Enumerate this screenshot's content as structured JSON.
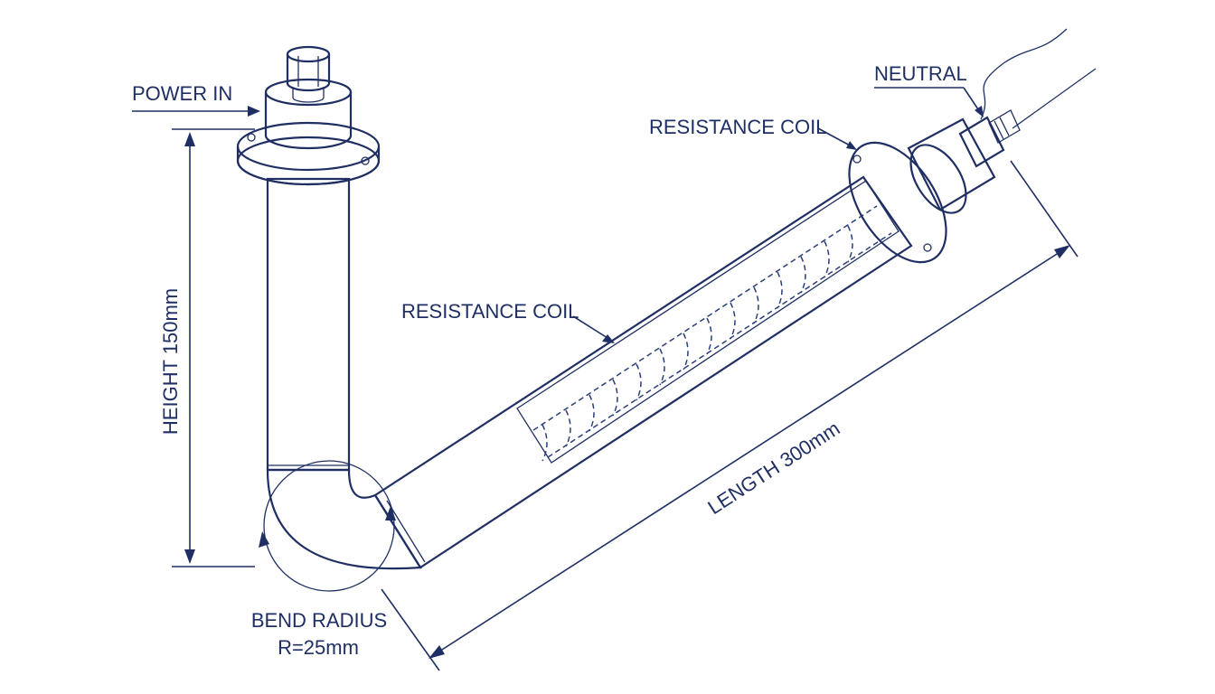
{
  "labels": {
    "power_in": "POWER IN",
    "neutral": "NEUTRAL",
    "resistance_coil_top": "RESISTANCE COIL",
    "resistance_coil_mid": "RESISTANCE COIL",
    "height": "HEIGHT 150mm",
    "length": "LENGTH 300mm",
    "bend_radius_line1": "BEND RADIUS",
    "bend_radius_line2": "R=25mm"
  },
  "colors": {
    "ink": "#1f2f63",
    "steel_light": "#f4f6fa",
    "steel_mid": "#c9cfdc",
    "steel_dark": "#8e97ad"
  }
}
